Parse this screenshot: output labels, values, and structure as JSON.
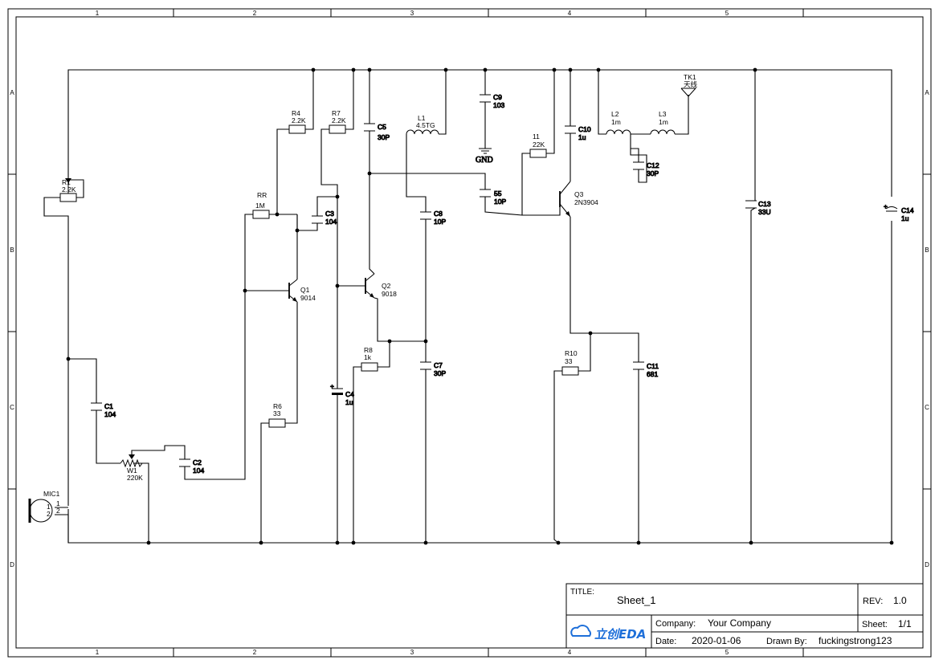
{
  "frame": {
    "col_labels": [
      "1",
      "2",
      "3",
      "4",
      "5"
    ],
    "row_labels": [
      "A",
      "B",
      "C",
      "D"
    ]
  },
  "components": {
    "R1": {
      "ref": "R1",
      "value": "2.2K"
    },
    "R4": {
      "ref": "R4",
      "value": "2.2K"
    },
    "R7": {
      "ref": "R7",
      "value": "2.2K"
    },
    "RR": {
      "ref": "RR",
      "value": "1M"
    },
    "R6": {
      "ref": "R6",
      "value": "33"
    },
    "R8": {
      "ref": "R8",
      "value": "1k"
    },
    "R10": {
      "ref": "R10",
      "value": "33"
    },
    "R11": {
      "ref": "11",
      "value": "22K"
    },
    "C1": {
      "ref": "C1",
      "value": "104"
    },
    "C2": {
      "ref": "C2",
      "value": "104"
    },
    "C3": {
      "ref": "C3",
      "value": "104"
    },
    "C4": {
      "ref": "C4",
      "value": "1u"
    },
    "C5": {
      "ref": "C5",
      "value": "30P"
    },
    "C7": {
      "ref": "C7",
      "value": "30P"
    },
    "C8": {
      "ref": "C8",
      "value": "10P"
    },
    "C9": {
      "ref": "C9",
      "value": "103"
    },
    "C10": {
      "ref": "C10",
      "value": "1u"
    },
    "C11": {
      "ref": "C11",
      "value": "681"
    },
    "C12": {
      "ref": "C12",
      "value": "30P"
    },
    "C13": {
      "ref": "C13",
      "value": "33U"
    },
    "C14": {
      "ref": "C14",
      "value": "1u"
    },
    "C55": {
      "ref": "55",
      "value": "10P"
    },
    "L1": {
      "ref": "L1",
      "value": "4.5TG"
    },
    "L2": {
      "ref": "L2",
      "value": "1m"
    },
    "L3": {
      "ref": "L3",
      "value": "1m"
    },
    "Q1": {
      "ref": "Q1",
      "value": "9014"
    },
    "Q2": {
      "ref": "Q2",
      "value": "9018"
    },
    "Q3": {
      "ref": "Q3",
      "value": "2N3904"
    },
    "W1": {
      "ref": "W1",
      "value": "220K"
    },
    "MIC1": {
      "ref": "MIC1",
      "pin1": "1",
      "pin2": "2"
    },
    "TK1": {
      "ref": "TK1",
      "value": "天线"
    },
    "GND": {
      "label": "GND"
    }
  },
  "title_block": {
    "title_label": "TITLE:",
    "title": "Sheet_1",
    "rev_label": "REV:",
    "rev": "1.0",
    "company_label": "Company:",
    "company": "Your Company",
    "sheet_label": "Sheet:",
    "sheet": "1/1",
    "date_label": "Date:",
    "date": "2020-01-06",
    "drawn_label": "Drawn By:",
    "drawn_by": "fuckingstrong123",
    "logo_text": "立创EDA",
    "logo_color": "#1e6fd9"
  }
}
